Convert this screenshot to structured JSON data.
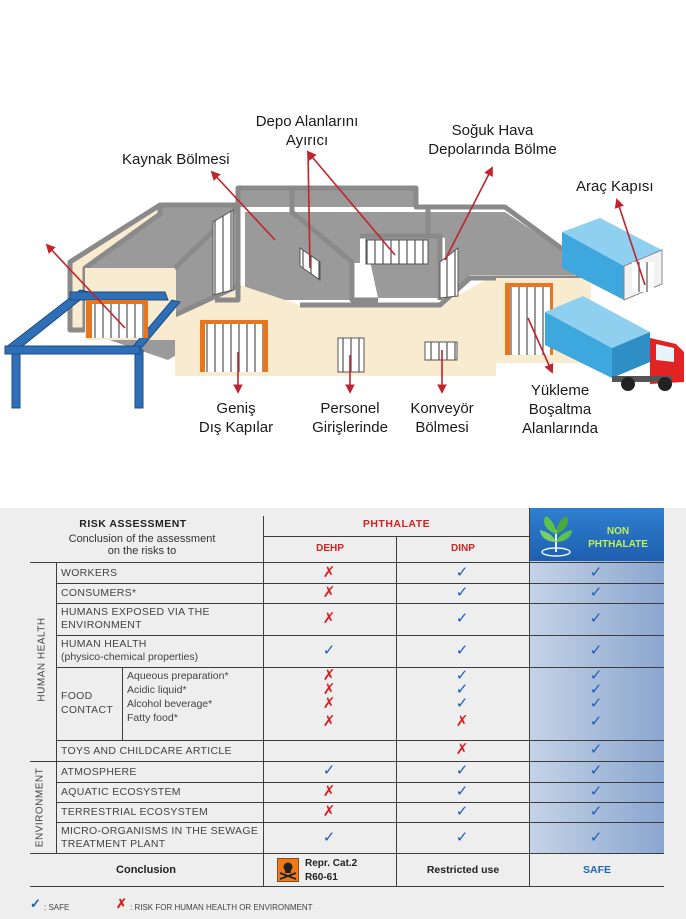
{
  "diagram": {
    "labels": {
      "welding": "Kaynak Bölmesi",
      "depot_separator_1": "Depo Alanlarını",
      "depot_separator_2": "Ayırıcı",
      "cold_storage_1": "Soğuk Hava",
      "cold_storage_2": "Depolarında Bölme",
      "vehicle_door": "Araç Kapısı",
      "wide_doors_1": "Geniş",
      "wide_doors_2": "Dış Kapılar",
      "personnel_1": "Personel",
      "personnel_2": "Girişlerinde",
      "conveyor_1": "Konveyör",
      "conveyor_2": "Bölmesi",
      "loading_1": "Yükleme",
      "loading_2": "Boşaltma",
      "loading_3": "Alanlarında"
    },
    "colors": {
      "wall": "#f8ebcf",
      "wall_edge": "#8a8a8a",
      "floor": "#9a9a9a",
      "steel": "#2f6fb6",
      "container": "#3ea7dd",
      "truck_cab": "#e02424",
      "arrow": "#c0242c",
      "door_frame": "#e8761e"
    }
  },
  "table": {
    "header": {
      "risk_title": "RISK ASSESSMENT",
      "risk_sub_1": "Conclusion of the assessment",
      "risk_sub_2": "on the risks to",
      "phthalate": "PHTHALATE",
      "dehp": "DEHP",
      "dinp": "DINP",
      "non_1": "NON",
      "non_2": "PHTHALATE"
    },
    "groups": {
      "human_health": "HUMAN HEALTH",
      "environment": "ENVIRONMENT",
      "food_contact_1": "FOOD",
      "food_contact_2": "CONTACT"
    },
    "rows": {
      "workers": "WORKERS",
      "consumers": "CONSUMERS*",
      "humans_exposed_1": "HUMANS EXPOSED VIA THE",
      "humans_exposed_2": "ENVIRONMENT",
      "human_health_1": "HUMAN HEALTH",
      "human_health_2": "(physico-chemical properties)",
      "aqueous": "Aqueous preparation*",
      "acidic": "Acidic liquid*",
      "alcohol": "Alcohol beverage*",
      "fatty": "Fatty food*",
      "toys": "TOYS AND CHILDCARE ARTICLE",
      "atmosphere": "ATMOSPHERE",
      "aquatic": "AQUATIC ECOSYSTEM",
      "terrestrial": "TERRESTRIAL ECOSYSTEM",
      "micro_1": "MICRO-ORGANISMS IN THE SEWAGE",
      "micro_2": "TREATMENT PLANT"
    },
    "marks": {
      "workers": [
        "bad",
        "ok",
        "ok"
      ],
      "consumers": [
        "bad",
        "ok",
        "ok"
      ],
      "humans_exposed": [
        "bad",
        "ok",
        "ok"
      ],
      "human_health": [
        "ok",
        "ok",
        "ok"
      ],
      "aqueous": [
        "bad",
        "ok",
        "ok"
      ],
      "acidic": [
        "bad",
        "ok",
        "ok"
      ],
      "alcohol": [
        "bad",
        "ok",
        "ok"
      ],
      "fatty": [
        "bad",
        "bad",
        "ok"
      ],
      "toys": [
        "",
        "bad",
        "ok"
      ],
      "atmosphere": [
        "ok",
        "ok",
        "ok"
      ],
      "aquatic": [
        "bad",
        "ok",
        "ok"
      ],
      "terrestrial": [
        "bad",
        "ok",
        "ok"
      ],
      "micro": [
        "ok",
        "ok",
        "ok"
      ]
    },
    "conclusion": {
      "label": "Conclusion",
      "dehp_1": "Repr. Cat.2",
      "dehp_2": "R60-61",
      "dinp": "Restricted use",
      "non": "SAFE"
    },
    "legend": {
      "safe": ": SAFE",
      "risk": ": RISK FOR HUMAN HEALTH OR ENVIRONMENT"
    },
    "colors": {
      "safe": "#1f5fb8",
      "risk": "#d32222",
      "phthalate_header": "#d32222",
      "non_header": "#1f66b5"
    }
  }
}
